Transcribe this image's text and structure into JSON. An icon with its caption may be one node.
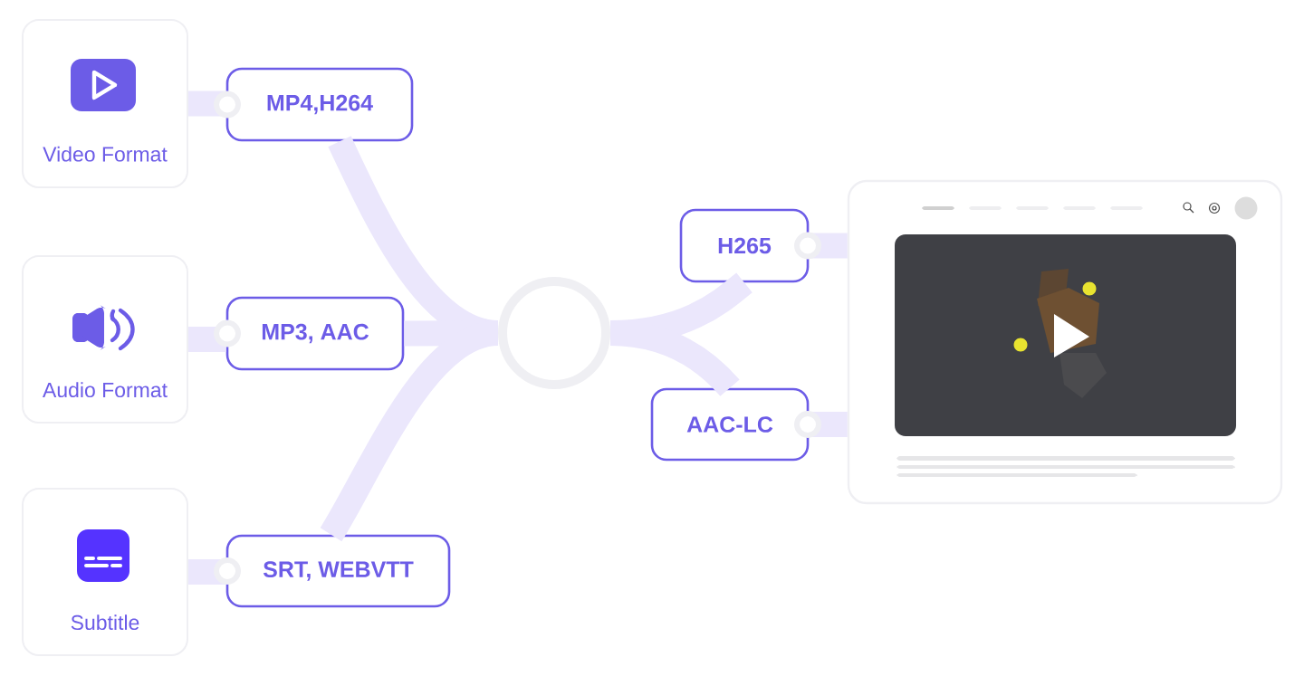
{
  "diagram": {
    "nodes": [
      {
        "text": [
          "Video Format"
        ]
      },
      {
        "text": [
          "Audio Format"
        ]
      },
      {
        "text": [
          "Subtitle"
        ]
      },
      {
        "text": [
          "MP4,H264"
        ]
      },
      {
        "text": [
          "MP3, AAC"
        ]
      },
      {
        "text": [
          "SRT, WEBVTT"
        ]
      },
      {
        "text": [],
        "shape": "circle"
      },
      {
        "text": [
          "H265"
        ]
      },
      {
        "text": [
          "AAC-LC"
        ]
      },
      {
        "text": [],
        "shape": "picture"
      }
    ],
    "edges": [
      {
        "from": 0,
        "to": 3,
        "arrow": "none"
      },
      {
        "from": 1,
        "to": 4,
        "arrow": "none"
      },
      {
        "from": 2,
        "to": 5,
        "arrow": "none"
      },
      {
        "from": 3,
        "to": 6,
        "arrow": "none"
      },
      {
        "from": 4,
        "to": 6,
        "arrow": "none"
      },
      {
        "from": 5,
        "to": 6,
        "arrow": "none"
      },
      {
        "from": 6,
        "to": 7,
        "arrow": "none"
      },
      {
        "from": 6,
        "to": 8,
        "arrow": "none"
      },
      {
        "from": 7,
        "to": 9,
        "arrow": "none"
      },
      {
        "from": 8,
        "to": 9,
        "arrow": "none"
      }
    ]
  }
}
